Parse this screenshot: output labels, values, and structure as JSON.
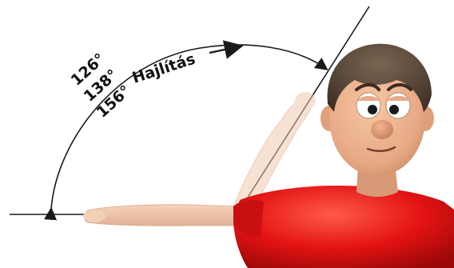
{
  "labels": {
    "angle_1": "126°",
    "angle_2": "138°",
    "angle_3": "156°",
    "movement": "Hajlítás"
  },
  "colors": {
    "line": "#1a1a1a",
    "shirt": "#e31313",
    "skin": "#eab08e",
    "hair": "#4a3a2e",
    "ghost_arm": "#f0c9ae"
  },
  "icons": {
    "arc_arrow": "double-headed-arc-arrow",
    "direction_arrow": "right-arrow"
  }
}
